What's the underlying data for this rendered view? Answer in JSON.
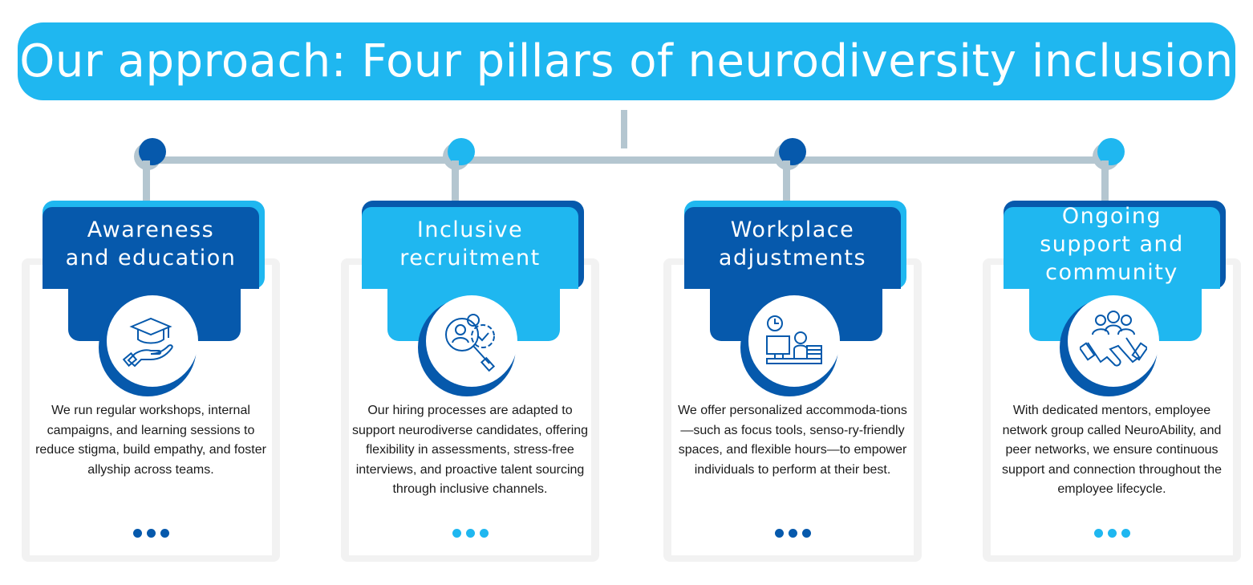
{
  "title": "Our approach: Four pillars of neurodiversity inclusion",
  "colors": {
    "dark_blue": "#0659ac",
    "light_blue": "#1fb7f0",
    "connector": "#b4c6d0"
  },
  "pillars": [
    {
      "title_line1": "Awareness",
      "title_line2": "and education",
      "title_line3": "",
      "icon": "graduation-cap-hand-icon",
      "theme": "dark",
      "body": "We run regular workshops, internal campaigns, and learning sessions to reduce stigma, build empathy, and foster allyship across teams."
    },
    {
      "title_line1": "Inclusive",
      "title_line2": "recruitment",
      "title_line3": "",
      "icon": "recruitment-search-gear-icon",
      "theme": "light",
      "body": "Our hiring processes are adapted to support neurodiverse candidates, offering flexibility in assessments, stress-free interviews, and proactive talent sourcing through inclusive channels."
    },
    {
      "title_line1": "Workplace",
      "title_line2": "adjustments",
      "title_line3": "",
      "icon": "workstation-clock-icon",
      "theme": "dark",
      "body": "We offer personalized accommoda-tions—such as focus tools, senso-ry-friendly spaces, and flexible hours—to empower individuals to perform at their best."
    },
    {
      "title_line1": "Ongoing",
      "title_line2": "support and",
      "title_line3": "community",
      "icon": "community-handshake-icon",
      "theme": "light",
      "body": "With dedicated mentors, employee network group called NeuroAbility, and peer networks, we ensure continuous support and connection throughout the employee lifecycle."
    }
  ]
}
